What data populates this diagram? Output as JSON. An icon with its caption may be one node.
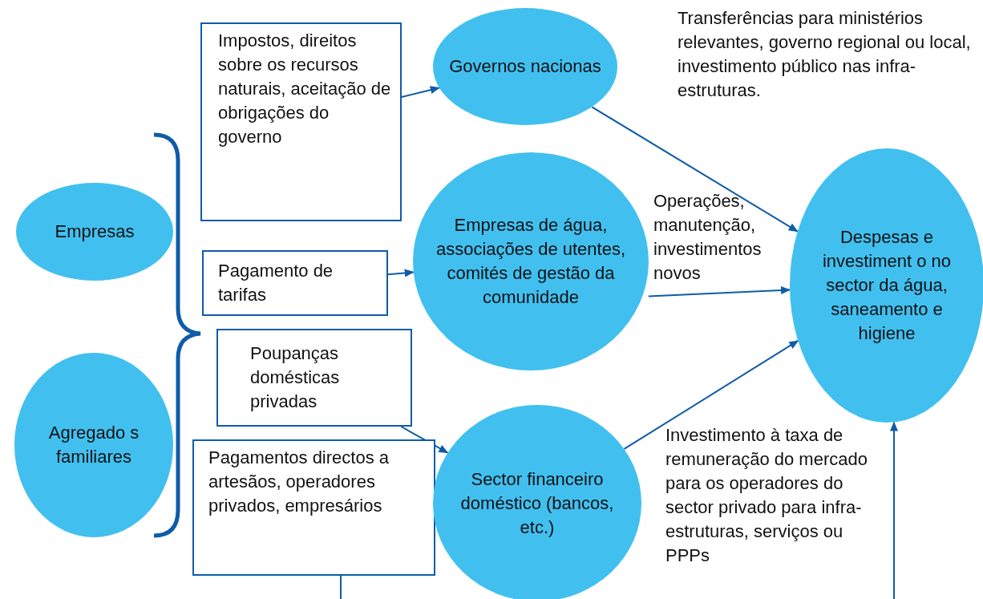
{
  "diagram": {
    "nodes": [
      {
        "text": [
          "Empresas"
        ]
      },
      {
        "text": [
          "Agregado s familiares"
        ]
      },
      {
        "text": [
          "Impostos, direitos sobre os recursos naturais, aceitação de obrigações do governo"
        ]
      },
      {
        "text": [
          "Pagamento de tarifas"
        ]
      },
      {
        "text": [
          "Poupanças domésticas privadas"
        ]
      },
      {
        "text": [
          "Pagamentos directos a artesãos, operadores privados, empresários"
        ]
      },
      {
        "text": [
          "Governos nacionas"
        ]
      },
      {
        "text": [
          "Empresas de água, associações de utentes, comités de gestão da comunidade"
        ]
      },
      {
        "text": [
          "Sector financeiro doméstico (bancos, etc.)"
        ]
      },
      {
        "text": [
          "Despesas e investiment o no sector da água, saneamento e higiene"
        ]
      }
    ],
    "edges": [
      {
        "from": 2,
        "to": 6,
        "arrow": "to"
      },
      {
        "from": 3,
        "to": 7,
        "arrow": "to"
      },
      {
        "from": 4,
        "to": 8,
        "arrow": "to"
      },
      {
        "from": 6,
        "to": 9,
        "arrow": "to"
      },
      {
        "from": 7,
        "to": 9,
        "arrow": "to"
      },
      {
        "from": 8,
        "to": 9,
        "arrow": "to"
      },
      {
        "from": 5,
        "to": null,
        "arrow": "none"
      },
      {
        "from": null,
        "to": 9,
        "arrow": "to"
      }
    ],
    "labels": [
      "Transferências para ministérios relevantes, governo regional ou local, investimento público nas infra-estruturas.",
      "Operações, manutenção, investimentos novos",
      "Investimento à taxa de remuneração do mercado para os operadores do sector privado para infra-estruturas, serviços ou PPPs"
    ]
  }
}
